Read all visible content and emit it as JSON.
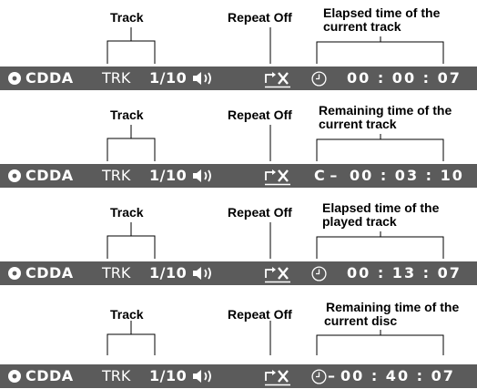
{
  "panels": [
    {
      "track_label": "Track",
      "repeat_label": "Repeat Off",
      "time_label_line1": "Elapsed time of the",
      "time_label_line2": "current track",
      "display": {
        "format": "CDDA",
        "trk": "TRK",
        "track": "1/10",
        "prefix": "",
        "time": "00 : 00 : 07",
        "time_icon": "clock-icon"
      }
    },
    {
      "track_label": "Track",
      "repeat_label": "Repeat Off",
      "time_label_line1": "Remaining time of the",
      "time_label_line2": "current track",
      "display": {
        "format": "CDDA",
        "trk": "TRK",
        "track": "1/10",
        "prefix": "C –",
        "time": "00 : 03 : 10",
        "time_icon": ""
      }
    },
    {
      "track_label": "Track",
      "repeat_label": "Repeat Off",
      "time_label_line1": "Elapsed time of the",
      "time_label_line2": "played track",
      "display": {
        "format": "CDDA",
        "trk": "TRK",
        "track": "1/10",
        "prefix": "",
        "time": "00 : 13 : 07",
        "time_icon": "clock-icon"
      }
    },
    {
      "track_label": "Track",
      "repeat_label": "Repeat Off",
      "time_label_line1": "Remaining time of the",
      "time_label_line2": "current disc",
      "display": {
        "format": "CDDA",
        "trk": "TRK",
        "track": "1/10",
        "prefix": "–",
        "time": "00 : 40 : 07",
        "time_icon": "clock-icon"
      }
    }
  ],
  "icons": {
    "disc": "disc-icon",
    "speaker": "speaker-icon",
    "repeat_off": "repeat-off-icon",
    "clock": "clock-icon"
  },
  "colors": {
    "bar_background": "#5b5b5b",
    "bar_text": "#ffffff",
    "callout_text": "#000000"
  }
}
